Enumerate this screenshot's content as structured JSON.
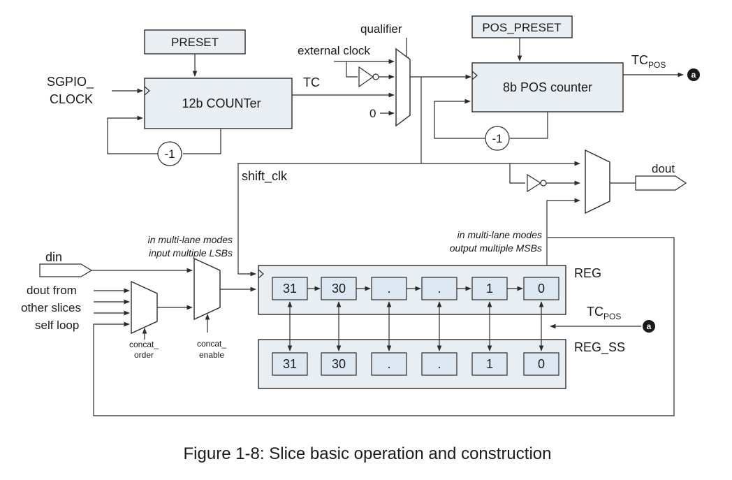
{
  "blocks": {
    "preset": "PRESET",
    "counter_12b": "12b COUNTer",
    "pos_preset": "POS_PRESET",
    "pos_counter": "8b POS counter",
    "reg": "REG",
    "reg_ss": "REG_SS",
    "minus_one": "-1"
  },
  "signals": {
    "sgpio_clock_1": "SGPIO_",
    "sgpio_clock_2": "CLOCK",
    "tc": "TC",
    "qualifier": "qualifier",
    "external_clock": "external clock",
    "zero_input": "0",
    "tc_pos_main": "TC",
    "tc_pos_sub": "POS",
    "shift_clk": "shift_clk",
    "dout": "dout",
    "din": "din",
    "dout_from": "dout from",
    "other_slices": "other slices",
    "self_loop": "self loop",
    "concat_order_1": "concat_",
    "concat_order_2": "order",
    "concat_enable_1": "concat_",
    "concat_enable_2": "enable",
    "connector": "a"
  },
  "notes": {
    "input_lsb_1": "in multi-lane modes",
    "input_lsb_2": "input multiple LSBs",
    "output_msb_1": "in multi-lane modes",
    "output_msb_2": "output multiple MSBs"
  },
  "register_cells": [
    "31",
    "30",
    ".",
    ".",
    "1",
    "0"
  ],
  "register_ss_cells": [
    "31",
    "30",
    ".",
    ".",
    "1",
    "0"
  ],
  "caption": "Figure 1-8: Slice basic operation and construction"
}
